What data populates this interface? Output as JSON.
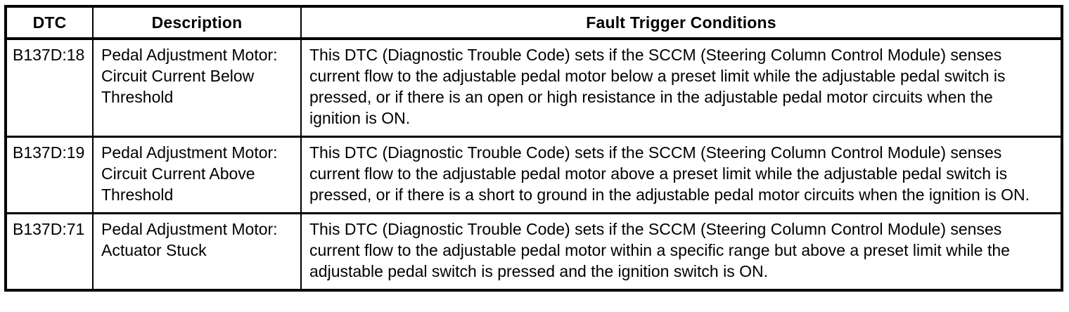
{
  "table": {
    "headers": {
      "dtc": "DTC",
      "description": "Description",
      "conditions": "Fault Trigger Conditions"
    },
    "rows": [
      {
        "dtc": "B137D:18",
        "description": "Pedal Adjustment Motor: Circuit Current Below Threshold",
        "conditions": "This DTC (Diagnostic Trouble Code) sets if the SCCM (Steering Column Control Module) senses current flow to the adjustable pedal motor below a preset limit while the adjustable pedal switch is pressed, or if there is an open or high resistance in the adjustable pedal motor circuits when the ignition is ON."
      },
      {
        "dtc": "B137D:19",
        "description": "Pedal Adjustment Motor: Circuit Current Above Threshold",
        "conditions": "This DTC (Diagnostic Trouble Code) sets if the SCCM (Steering Column Control Module) senses current flow to the adjustable pedal motor above a preset limit while the adjustable pedal switch is pressed, or if there is a short to ground in the adjustable pedal motor circuits when the ignition is ON."
      },
      {
        "dtc": "B137D:71",
        "description": "Pedal Adjustment Motor: Actuator Stuck",
        "conditions": "This DTC (Diagnostic Trouble Code) sets if the SCCM (Steering Column Control Module) senses current flow to the adjustable pedal motor within a specific range but above a preset limit while the adjustable pedal switch is pressed and the ignition switch is ON."
      }
    ],
    "colors": {
      "border": "#000000",
      "background": "#ffffff",
      "text": "#000000"
    }
  }
}
